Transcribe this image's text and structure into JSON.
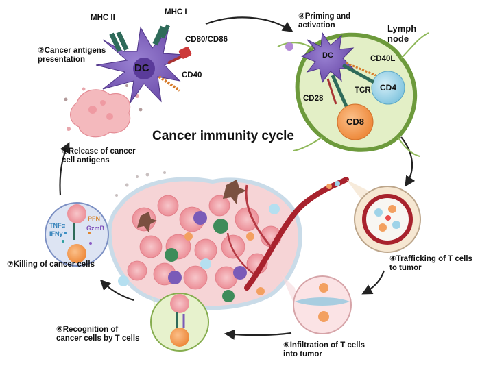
{
  "title": "Cancer immunity cycle",
  "steps": {
    "release": "①Release of cancer\ncell antigens",
    "presentation": "②Cancer antigens\npresentation",
    "priming": "③Priming and\nactivation",
    "trafficking": "④Trafficking of T cells\nto tumor",
    "infiltration": "⑤Infiltration of T cells\ninto tumor",
    "recognition": "⑥Recognition of\ncancer cells by T cells",
    "killing": "⑦Killing of cancer cells"
  },
  "molecules": {
    "mhc2": "MHC II",
    "mhc1": "MHC I",
    "cd80": "CD80/CD86",
    "cd40": "CD40",
    "cd40l": "CD40L",
    "tcr": "TCR",
    "cd28": "CD28"
  },
  "cells": {
    "dc_top": "DC",
    "dc_node": "DC",
    "cd4": "CD4",
    "cd8": "CD8"
  },
  "lymph_node": "Lymph\nnode",
  "cytokines": {
    "tnfa": "TNFα",
    "ifng": "IFNγ",
    "pfn": "PFN",
    "gzmb": "GzmB"
  },
  "colors": {
    "dc": "#7a5bb8",
    "cd4": "#9fd3e8",
    "cd8": "#f3a060",
    "cancer": "#f2a8ae",
    "lymph_fill": "#dcebbd",
    "lymph_border": "#6d9a3c",
    "vessel": "#a8222d"
  }
}
